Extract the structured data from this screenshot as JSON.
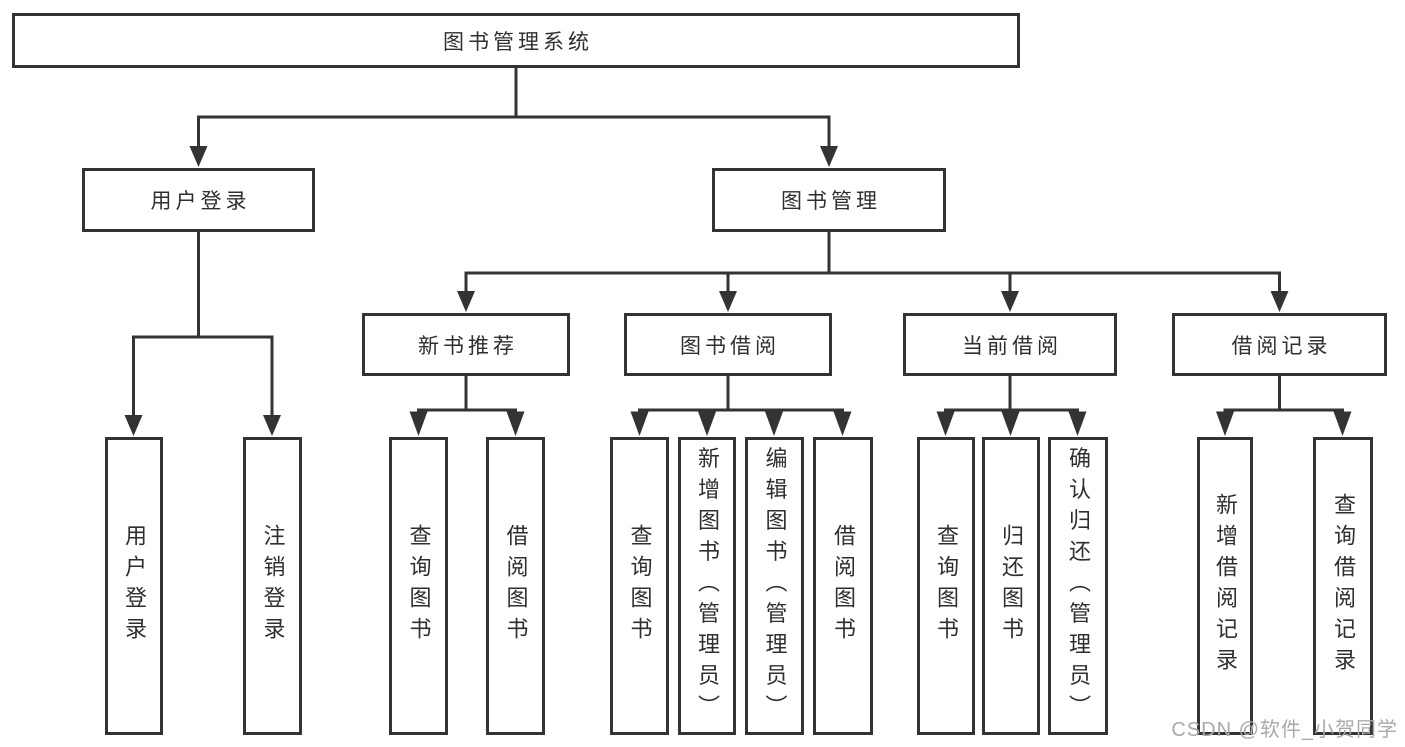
{
  "watermark": "CSDN @软件_小贺同学",
  "colors": {
    "line": "#333333",
    "text": "#2f2f2f",
    "watermark": "#a9a9a9",
    "background": "#ffffff"
  },
  "tree": {
    "label": "图书管理系统",
    "children": [
      {
        "label": "用户登录",
        "children": [
          {
            "label": "用户登录"
          },
          {
            "label": "注销登录"
          }
        ]
      },
      {
        "label": "图书管理",
        "children": [
          {
            "label": "新书推荐",
            "children": [
              {
                "label": "查询图书"
              },
              {
                "label": "借阅图书"
              }
            ]
          },
          {
            "label": "图书借阅",
            "children": [
              {
                "label": "查询图书"
              },
              {
                "label": "新增图书（管理员）"
              },
              {
                "label": "编辑图书（管理员）"
              },
              {
                "label": "借阅图书"
              }
            ]
          },
          {
            "label": "当前借阅",
            "children": [
              {
                "label": "查询图书"
              },
              {
                "label": "归还图书"
              },
              {
                "label": "确认归还（管理员）"
              }
            ]
          },
          {
            "label": "借阅记录",
            "children": [
              {
                "label": "新增借阅记录"
              },
              {
                "label": "查询借阅记录"
              }
            ]
          }
        ]
      }
    ]
  }
}
